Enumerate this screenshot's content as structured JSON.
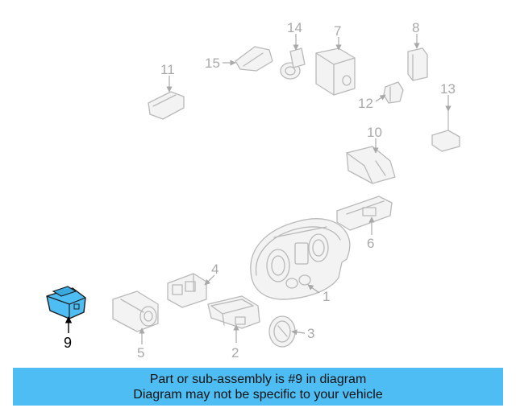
{
  "diagram": {
    "highlighted_part": "9",
    "callouts": [
      "1",
      "2",
      "3",
      "4",
      "5",
      "6",
      "7",
      "8",
      "9",
      "10",
      "11",
      "12",
      "13",
      "14",
      "15"
    ],
    "colors": {
      "part_stroke": "#b9b9b9",
      "highlight_fill": "#4ebdf3",
      "banner_bg": "#4ebdf3"
    }
  },
  "banner": {
    "line1": "Part or sub-assembly is #9 in diagram",
    "line2": "Diagram may not be specific to your vehicle"
  }
}
